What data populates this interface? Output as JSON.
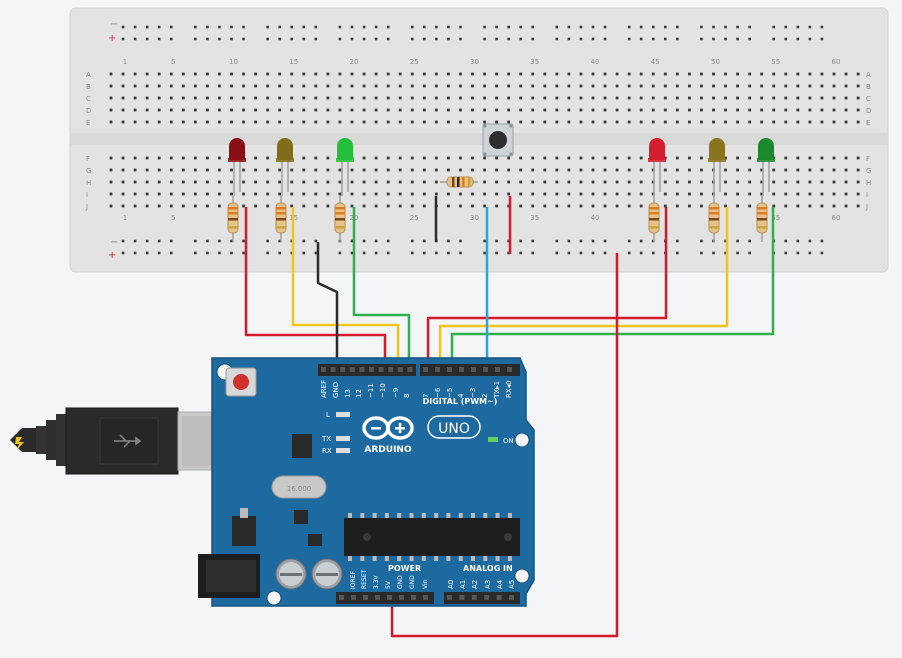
{
  "breadboard": {
    "rail_minus": "−",
    "rail_plus": "+",
    "col_numbers": [
      "1",
      "5",
      "10",
      "15",
      "20",
      "25",
      "30",
      "35",
      "40",
      "45",
      "50",
      "55",
      "60"
    ],
    "row_letters_top": [
      "A",
      "B",
      "C",
      "D",
      "E"
    ],
    "row_letters_bottom": [
      "F",
      "G",
      "H",
      "I",
      "J"
    ]
  },
  "leds": [
    {
      "name": "led-red-1",
      "color": "#8a0f14"
    },
    {
      "name": "led-yellow-1",
      "color": "#7f6d19"
    },
    {
      "name": "led-green-1",
      "color": "#22c03a"
    },
    {
      "name": "led-red-2",
      "color": "#d4202e"
    },
    {
      "name": "led-yellow-2",
      "color": "#8a7420"
    },
    {
      "name": "led-green-2",
      "color": "#1a8a2c"
    }
  ],
  "wire_colors": {
    "red": "#d41a2a",
    "yellow": "#f2c51c",
    "green": "#2fb04a",
    "black": "#2b2b2b",
    "blue": "#2aa6d6"
  },
  "arduino": {
    "brand": "ARDUINO",
    "model": "UNO",
    "digital_label": "DIGITAL (PWM~)",
    "digital_pins": [
      "AREF",
      "GND",
      "13",
      "12",
      "~11",
      "~10",
      "~9",
      "8",
      "7",
      "~6",
      "~5",
      "4",
      "~3",
      "2",
      "TX▸1",
      "RX◂0"
    ],
    "power_label": "POWER",
    "power_pins": [
      "IOREF",
      "RESET",
      "3.3V",
      "5V",
      "GND",
      "GND",
      "Vin"
    ],
    "analog_label": "ANALOG IN",
    "analog_pins": [
      "A0",
      "A1",
      "A2",
      "A3",
      "A4",
      "A5"
    ],
    "led_labels": [
      "L",
      "TX",
      "RX"
    ],
    "on_label": "ON",
    "crystal_label": "16.000"
  }
}
